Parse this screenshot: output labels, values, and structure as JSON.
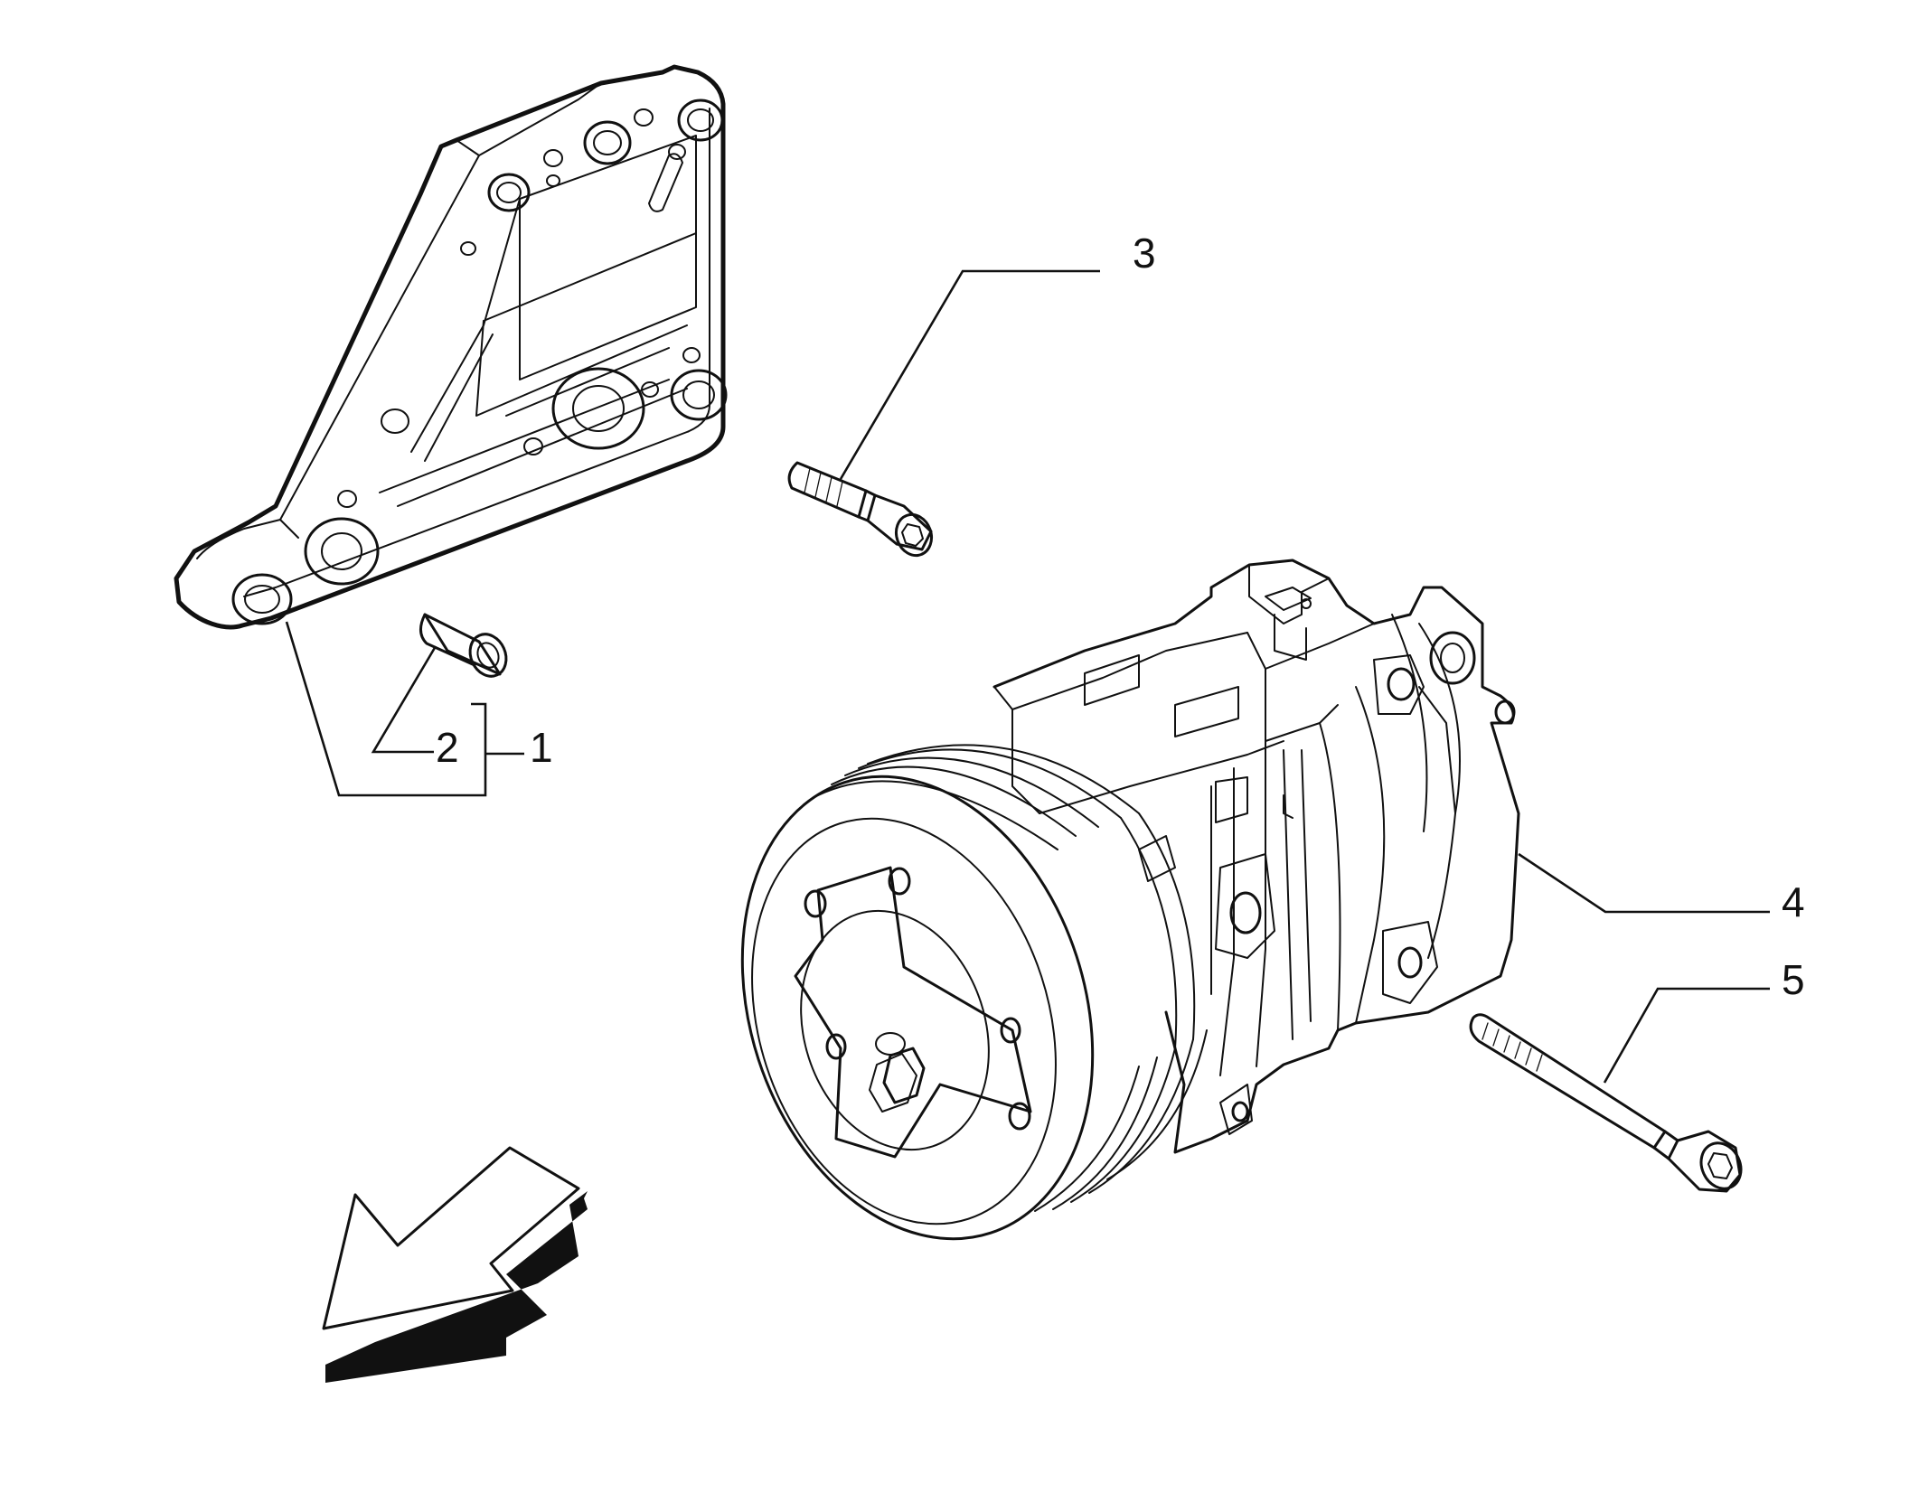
{
  "diagram": {
    "callouts": [
      {
        "id": "1",
        "label": "1"
      },
      {
        "id": "2",
        "label": "2"
      },
      {
        "id": "3",
        "label": "3"
      },
      {
        "id": "4",
        "label": "4"
      },
      {
        "id": "5",
        "label": "5"
      }
    ],
    "parts": [
      {
        "callout": "1",
        "icon": "mounting-bracket-icon"
      },
      {
        "callout": "2",
        "icon": "dowel-bushing-icon"
      },
      {
        "callout": "3",
        "icon": "short-bolt-icon"
      },
      {
        "callout": "4",
        "icon": "ac-compressor-icon"
      },
      {
        "callout": "5",
        "icon": "long-bolt-icon"
      }
    ],
    "direction_arrow": {
      "icon": "direction-arrow-icon"
    },
    "line_color": "#111111",
    "background_color": "#ffffff"
  }
}
